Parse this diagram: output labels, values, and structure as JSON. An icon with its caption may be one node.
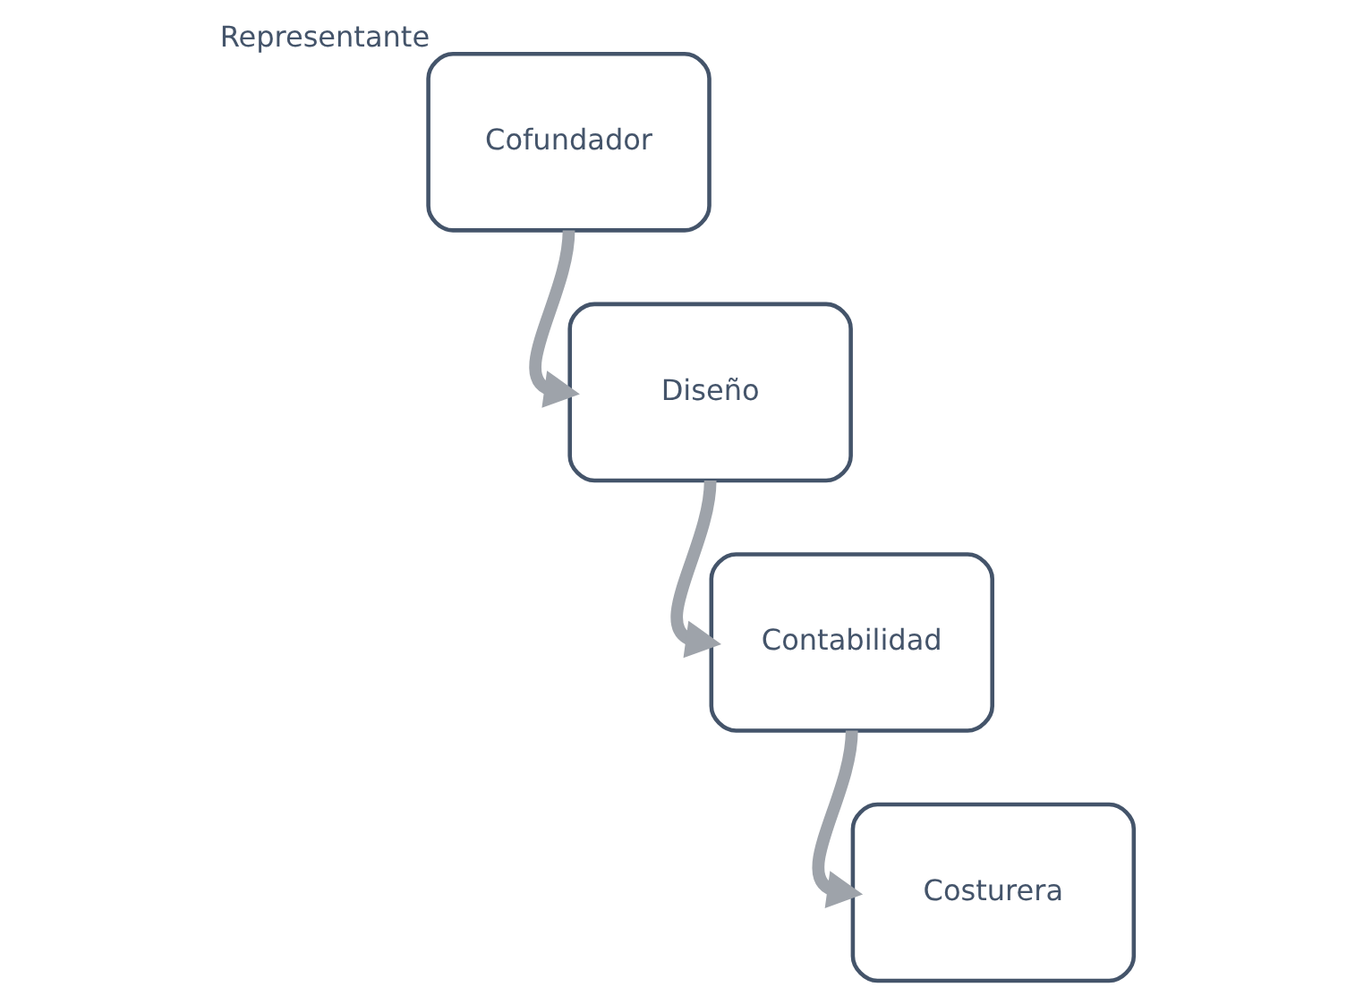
{
  "diagram": {
    "nodes": [
      {
        "text": [
          "Cofundador"
        ],
        "beside": [
          "Representante"
        ]
      },
      {
        "text": [
          "Diseño"
        ]
      },
      {
        "text": [
          "Contabilidad"
        ]
      },
      {
        "text": [
          "Costurera"
        ]
      }
    ],
    "edges": [
      {
        "from": 0,
        "to": 1,
        "arrow": "to"
      },
      {
        "from": 1,
        "to": 2,
        "arrow": "to"
      },
      {
        "from": 2,
        "to": 3,
        "arrow": "to"
      }
    ]
  }
}
